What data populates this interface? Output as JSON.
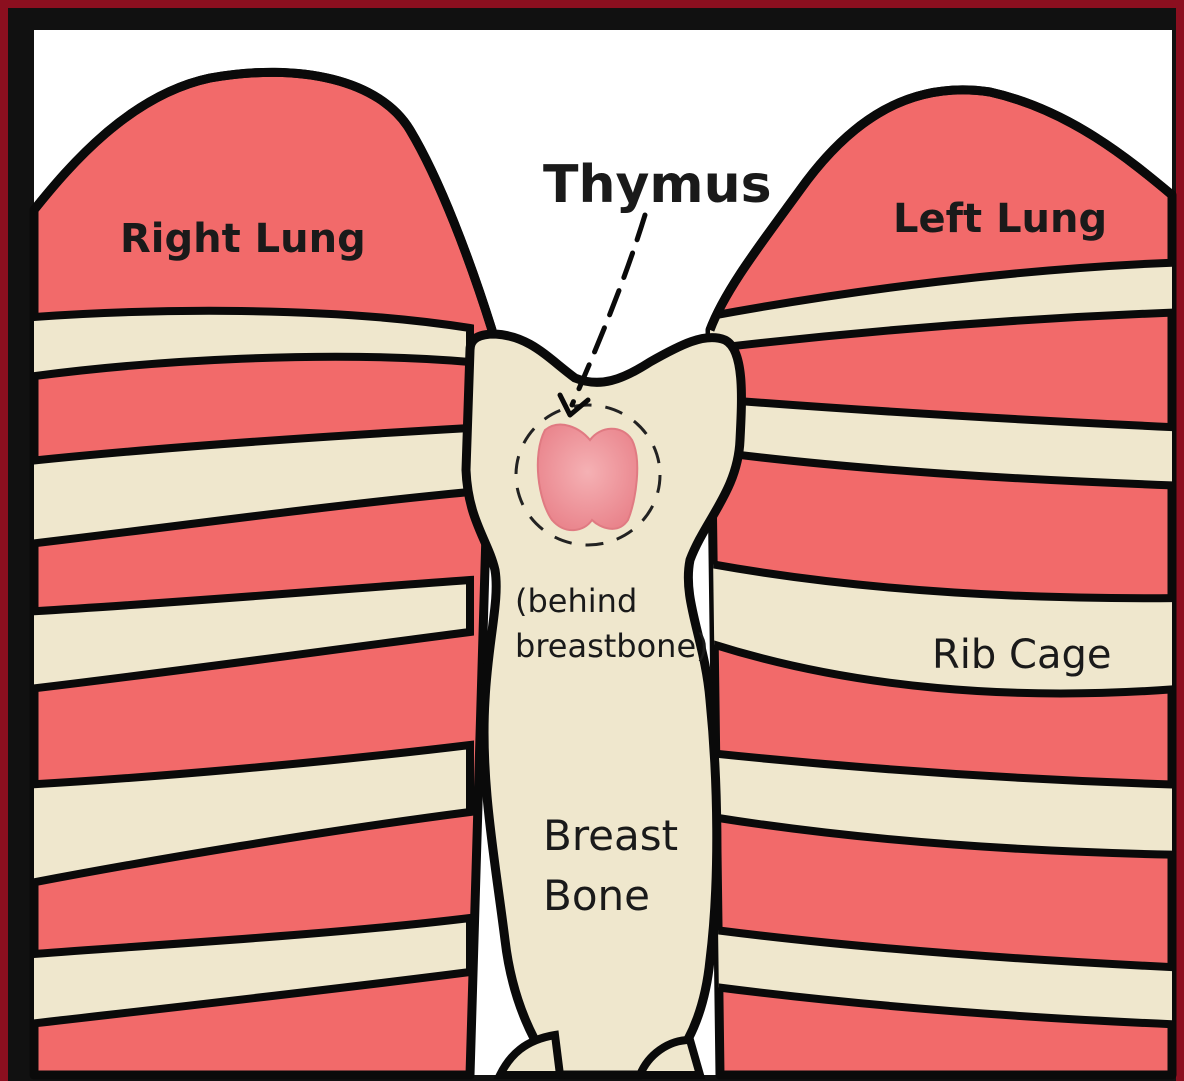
{
  "colors": {
    "frame_outer": "#8b0f1f",
    "frame_inner": "#111111",
    "background": "#ffffff",
    "lung_red": "#f26a6a",
    "bone_cream": "#efe7cd",
    "outline": "#0a0a0a",
    "thymus_pink": "#ef8f96"
  },
  "labels": {
    "right_lung": "Right Lung",
    "left_lung": "Left Lung",
    "thymus": "Thymus",
    "behind_line1": "(behind",
    "behind_line2": "breastbone)",
    "rib_cage": "Rib Cage",
    "breast_line1": "Breast",
    "breast_line2": "Bone"
  }
}
